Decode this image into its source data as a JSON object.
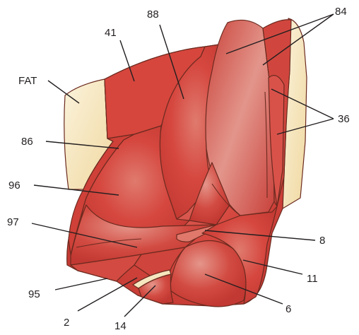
{
  "labels": {
    "fat": "FAT",
    "n41": "41",
    "n88": "88",
    "n84": "84",
    "n36": "36",
    "n86": "86",
    "n96": "96",
    "n97": "97",
    "n8": "8",
    "n11": "11",
    "n95": "95",
    "n2": "2",
    "n6": "6",
    "n14": "14"
  },
  "colors": {
    "muscle": "#d2443c",
    "muscle_light": "#de6a5e",
    "fat": "#f3e2b4",
    "outline": "#6b2a1f"
  }
}
